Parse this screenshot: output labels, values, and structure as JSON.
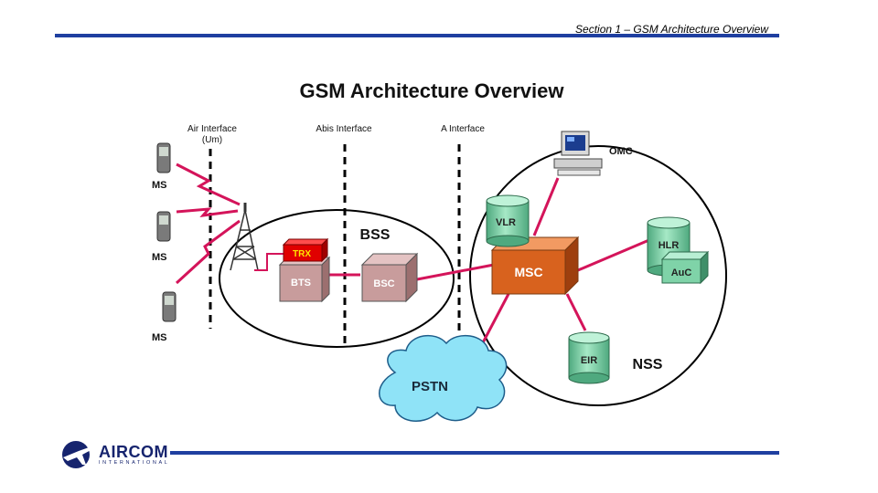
{
  "header": {
    "section_title": "Section 1 – GSM Architecture Overview"
  },
  "diagram": {
    "title": "GSM Architecture Overview",
    "interfaces": {
      "air": "Air Interface",
      "air_sub": "(Um)",
      "abis": "Abis Interface",
      "a": "A Interface"
    },
    "ms_labels": [
      "MS",
      "MS",
      "MS"
    ],
    "bss_label": "BSS",
    "nss_label": "NSS",
    "nodes": {
      "trx": "TRX",
      "bts": "BTS",
      "bsc": "BSC",
      "msc": "MSC",
      "vlr": "VLR",
      "hlr": "HLR",
      "auc": "AuC",
      "eir": "EIR",
      "omc": "OMC",
      "pstn": "PSTN"
    }
  },
  "footer": {
    "logo_name": "AIRCOM",
    "logo_sub": "INTERNATIONAL"
  },
  "colors": {
    "rule_blue": "#1f3fa0",
    "link_magenta": "#d4145a",
    "msc_orange": "#d8621e",
    "bts_red": "#c8a0a0",
    "cylinder_green": "#7fd3a8",
    "cloud_blue": "#8fe3f7"
  }
}
